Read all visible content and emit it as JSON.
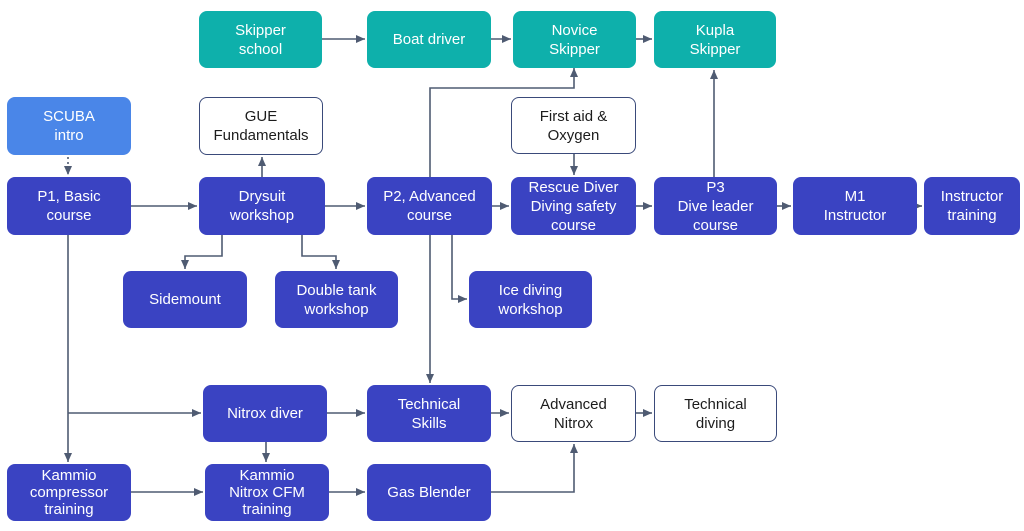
{
  "colors": {
    "course": "#3a43c2",
    "skipper": "#0eb0ab",
    "intro": "#4a86e8",
    "external": "#ffffff",
    "arrow": "#4f5b72"
  },
  "nodes": {
    "skipper_school": "Skipper\nschool",
    "boat_driver": "Boat driver",
    "novice_skipper": "Novice\nSkipper",
    "kupla_skipper": "Kupla\nSkipper",
    "scuba_intro": "SCUBA\nintro",
    "gue_fundamentals": "GUE\nFundamentals",
    "first_aid": "First aid &\nOxygen",
    "p1": "P1, Basic\ncourse",
    "drysuit": "Drysuit\nworkshop",
    "p2": "P2, Advanced\ncourse",
    "rescue": "Rescue Diver\nDiving safety\ncourse",
    "p3": "P3\nDive leader\ncourse",
    "m1": "M1\nInstructor",
    "instructor_training": "Instructor\ntraining",
    "sidemount": "Sidemount",
    "double_tank": "Double tank\nworkshop",
    "ice_diving": "Ice diving\nworkshop",
    "nitrox_diver": "Nitrox diver",
    "technical_skills": "Technical\nSkills",
    "advanced_nitrox": "Advanced\nNitrox",
    "technical_diving": "Technical\ndiving",
    "kammio_compressor": "Kammio\ncompressor\ntraining",
    "kammio_nitrox": "Kammio\nNitrox CFM\ntraining",
    "gas_blender": "Gas Blender"
  }
}
